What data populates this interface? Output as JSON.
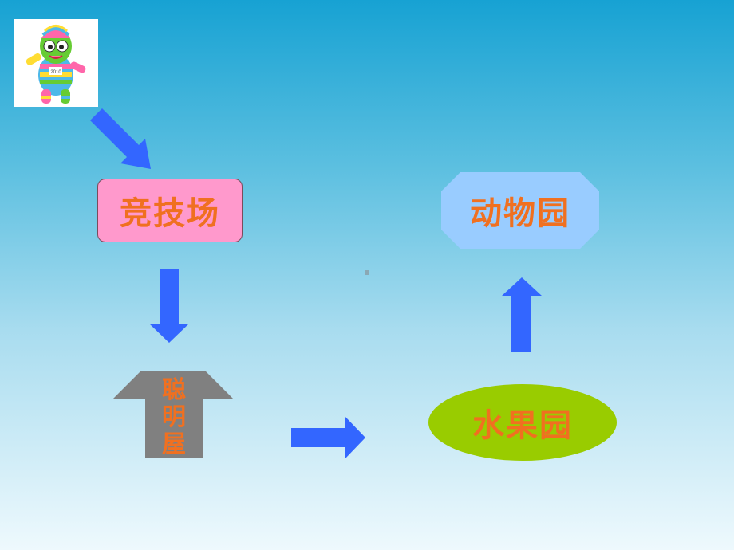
{
  "nodes": {
    "jingjichang": "竞技场",
    "congmingwu": [
      "聪",
      "明",
      "屋"
    ],
    "shuiguoyuan": "水果园",
    "dongwuyuan": "动物园"
  },
  "mascot": {
    "badge_text": "2010",
    "icon": "mascot-figure"
  },
  "colors": {
    "arrow": "#3366ff",
    "jingjichang_fill": "#ff99cc",
    "house_fill": "#808080",
    "shuiguoyuan_fill": "#99cc00",
    "dongwuyuan_fill": "#99ccff",
    "label_text": "#f07020"
  }
}
